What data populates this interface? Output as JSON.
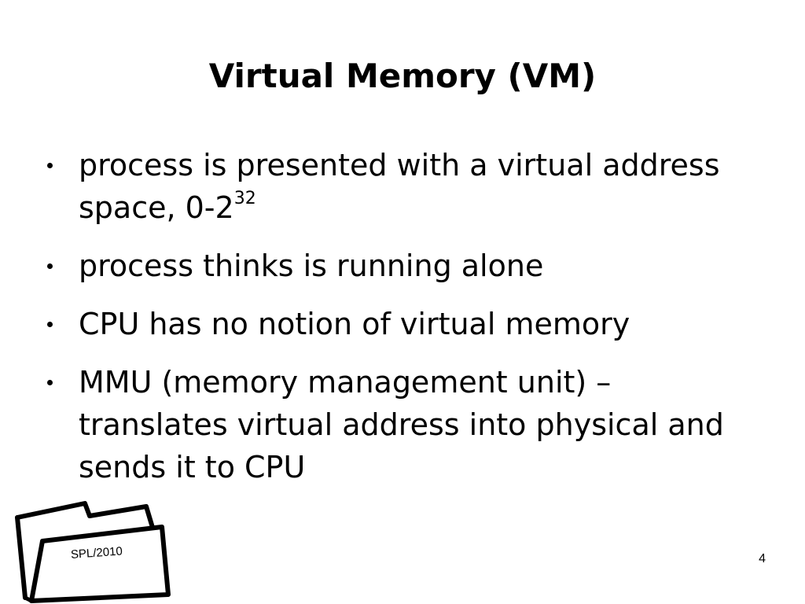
{
  "slide": {
    "title": "Virtual Memory (VM)",
    "bullets": [
      {
        "text": "process is presented with a virtual address space, 0-2",
        "superscript": "32"
      },
      {
        "text": "process thinks is running alone"
      },
      {
        "text": "CPU has no notion of virtual memory"
      },
      {
        "text": "MMU (memory management unit) – translates virtual address into physical and sends it to CPU"
      }
    ]
  },
  "footer": {
    "label": "SPL/2010",
    "page_number": "4",
    "logo_icon": "folder-icon"
  }
}
